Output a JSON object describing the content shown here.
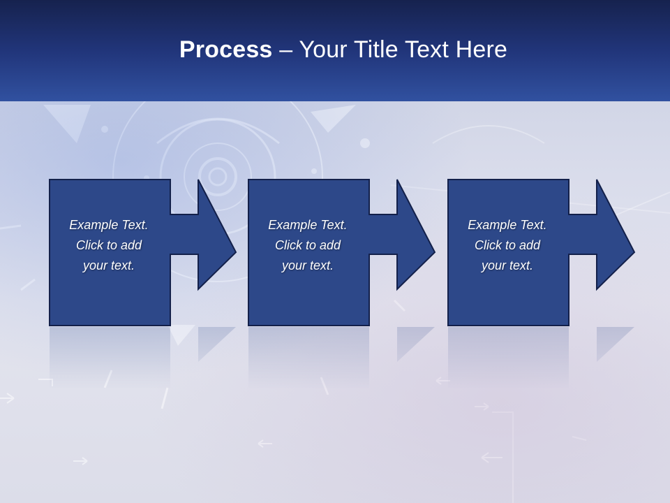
{
  "slide": {
    "title_bold": "Process",
    "title_rest": " – Your Title Text Here",
    "colors": {
      "header_top": "#16224e",
      "header_bottom": "#3151a0",
      "box_fill": "#2d4889",
      "box_stroke": "#13204a",
      "text": "#ffffff"
    }
  },
  "steps": [
    {
      "line1": "Example Text.",
      "line2": "Click  to add",
      "line3": "your text.",
      "icon": "arrow-right"
    },
    {
      "line1": "Example Text.",
      "line2": "Click  to add",
      "line3": "your text.",
      "icon": "arrow-right"
    },
    {
      "line1": "Example Text.",
      "line2": "Click  to add",
      "line3": "your text.",
      "icon": "arrow-right"
    }
  ]
}
